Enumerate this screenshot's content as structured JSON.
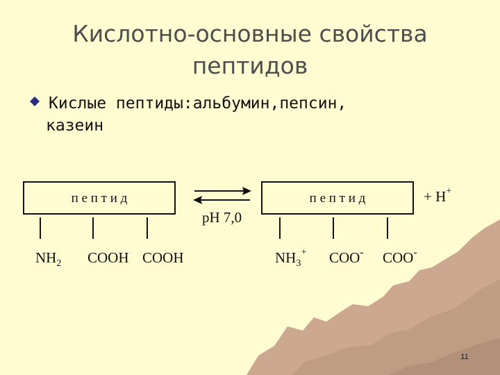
{
  "title": {
    "line1": "Кислотно-основные свойства",
    "line2": "пептидов"
  },
  "bullet": {
    "icon": "diamond-bullet-icon",
    "color": "#2b2b80",
    "line1": "Кислые пептиды:альбумин,пепсин,",
    "line2": "казеин"
  },
  "diagram": {
    "left_peptide": {
      "box_label": "п е п т и д",
      "groups": [
        {
          "base": "NH",
          "sub": "2",
          "sup": ""
        },
        {
          "base": "COOH",
          "sub": "",
          "sup": ""
        },
        {
          "base": "COOH",
          "sub": "",
          "sup": ""
        }
      ]
    },
    "equilibrium": {
      "condition": "pH 7,0"
    },
    "right_peptide": {
      "box_label": "п е п т и д",
      "groups": [
        {
          "base": "NH",
          "sub": "3",
          "sup": "+"
        },
        {
          "base": "COO",
          "sub": "",
          "sup": "-"
        },
        {
          "base": "COO",
          "sub": "",
          "sup": "-"
        }
      ],
      "product": {
        "base": "+ H",
        "sup": "+"
      }
    }
  },
  "slide_number": "11",
  "colors": {
    "background": "#fffcd2",
    "title": "#4d4d4d",
    "landscape": "#cba88f"
  }
}
